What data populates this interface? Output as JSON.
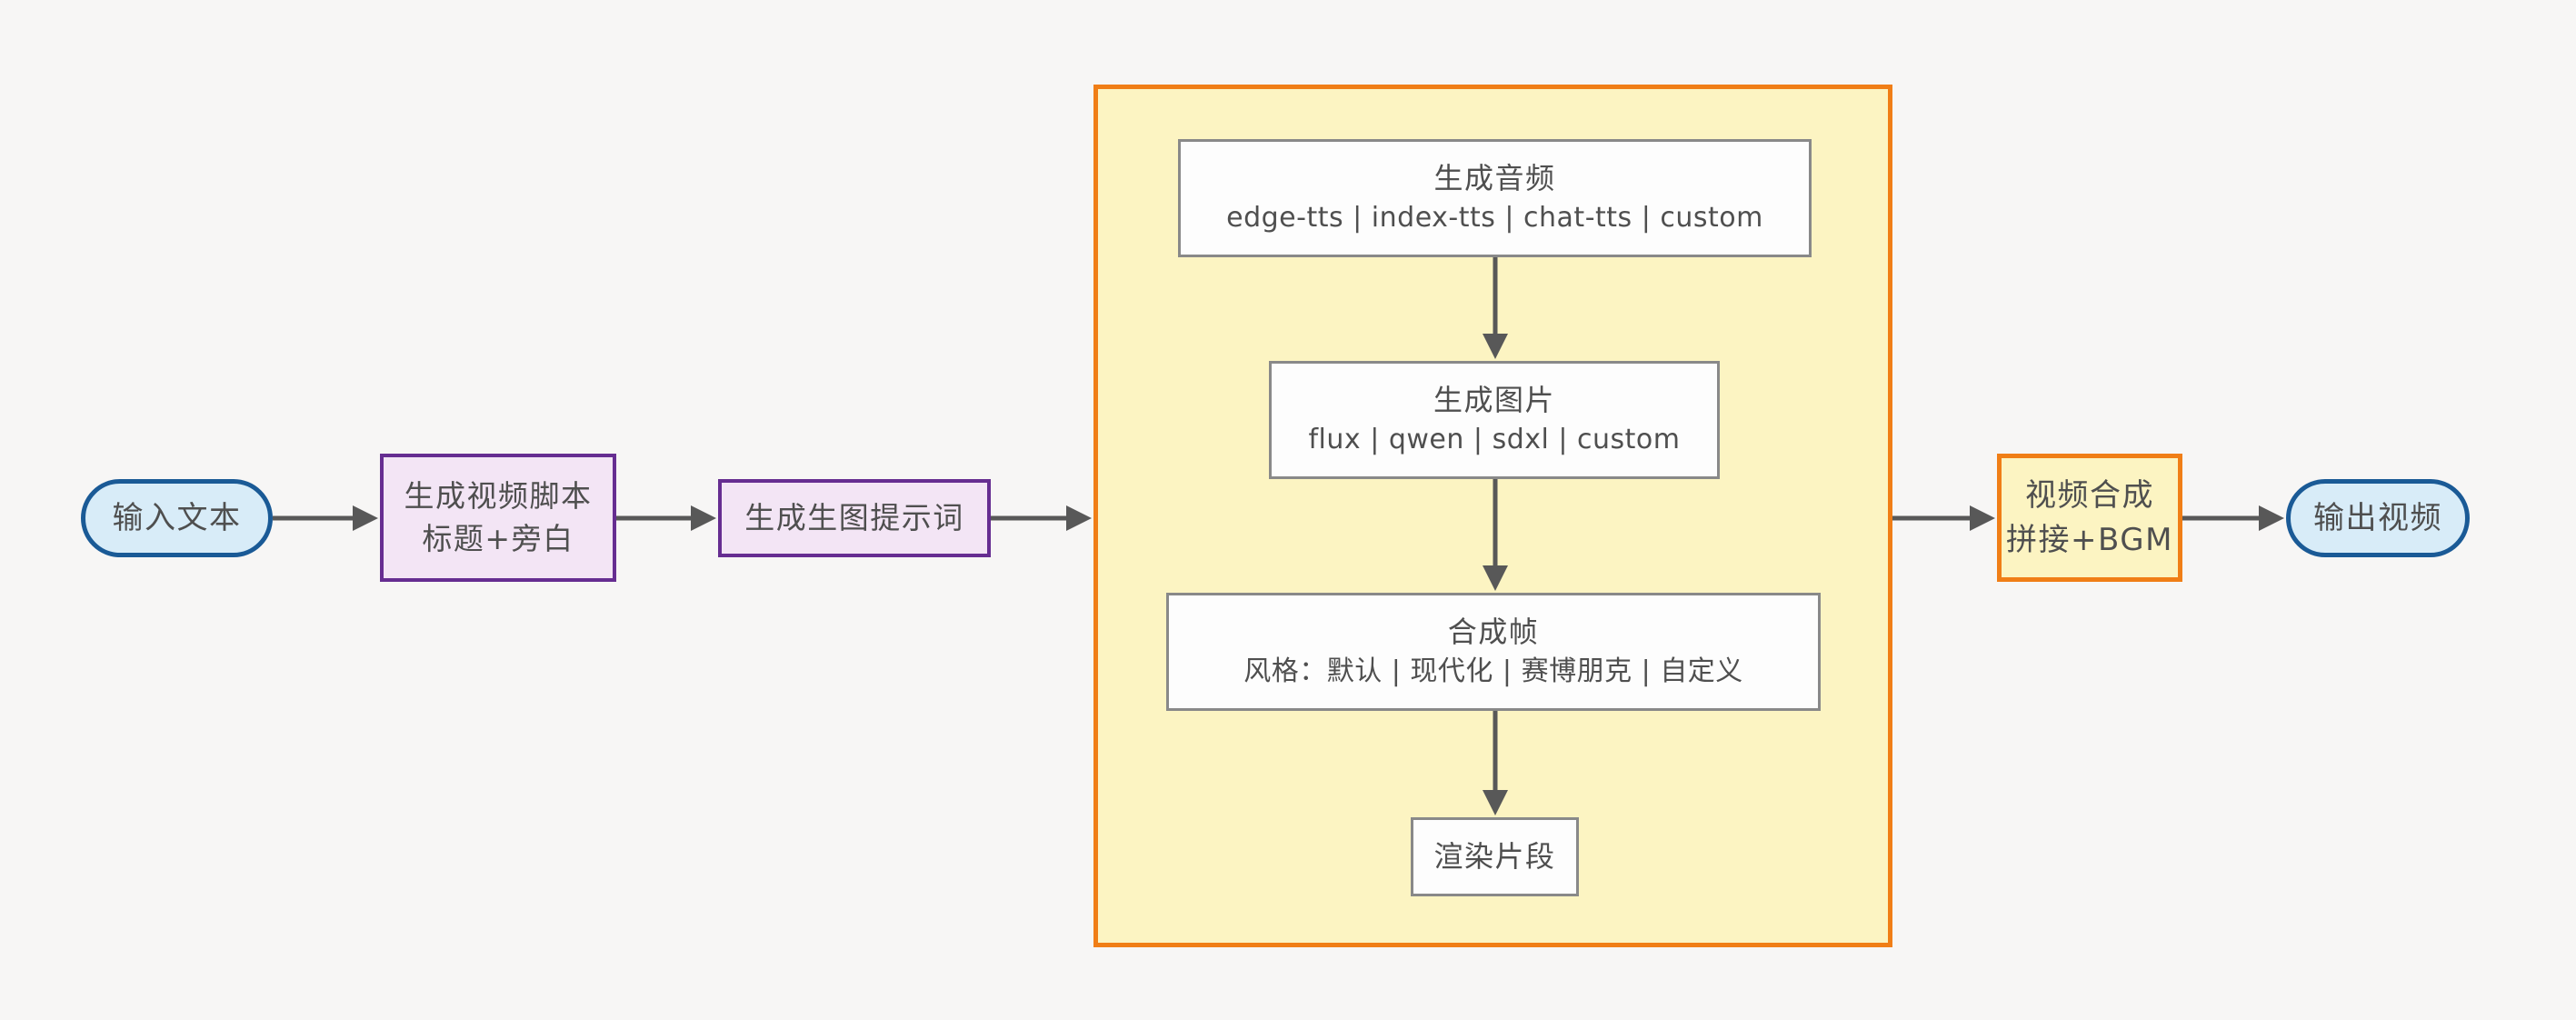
{
  "diagram": {
    "type": "flowchart",
    "direction": "left-to-right"
  },
  "colors": {
    "page-bg": "#f7f6f5",
    "text": "#4f4f4f",
    "arrow": "#585858",
    "terminal-fill": "#d8ecf8",
    "terminal-border": "#1a5a96",
    "process-fill": "#f3e5f5",
    "process-border": "#662d91",
    "group-fill": "#fcf4c2",
    "group-border": "#f07e16",
    "step-fill": "#fdfdfd",
    "step-border": "#898989"
  },
  "nodes": {
    "input": {
      "label": "输入文本"
    },
    "script": {
      "line1": "生成视频脚本",
      "line2": "标题+旁白"
    },
    "prompt": {
      "label": "生成生图提示词"
    },
    "group": {
      "audio": {
        "title": "生成音频",
        "options": "edge-tts | index-tts | chat-tts | custom"
      },
      "image": {
        "title": "生成图片",
        "options": "flux | qwen | sdxl | custom"
      },
      "frame": {
        "title": "合成帧",
        "options": "风格：默认 | 现代化 | 赛博朋克 | 自定义"
      },
      "render": {
        "label": "渲染片段"
      }
    },
    "compose": {
      "line1": "视频合成",
      "line2": "拼接+BGM"
    },
    "output": {
      "label": "输出视频"
    }
  }
}
